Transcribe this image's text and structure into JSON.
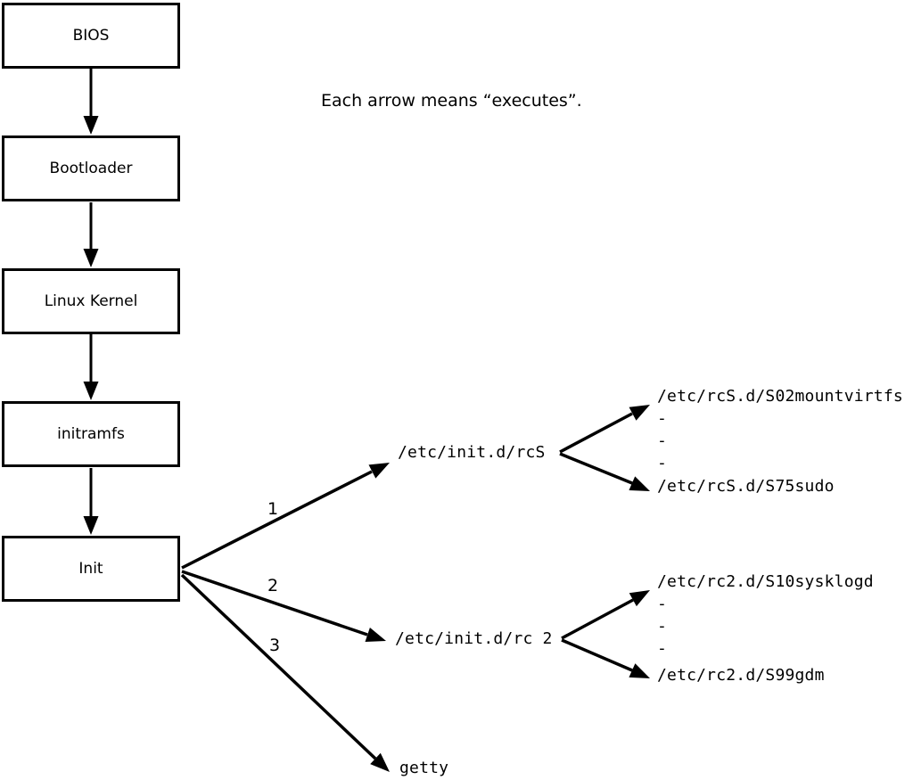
{
  "diagram": {
    "title_note": "Each arrow means “executes”.",
    "colors": {
      "line": "#000000",
      "background": "#ffffff",
      "text": "#000000"
    },
    "boxes": [
      {
        "label": "BIOS"
      },
      {
        "label": "Bootloader"
      },
      {
        "label": "Linux Kernel"
      },
      {
        "label": "initramfs"
      },
      {
        "label": "Init"
      }
    ],
    "branches": [
      {
        "num": "1",
        "label": "/etc/init.d/rcS"
      },
      {
        "num": "2",
        "label": "/etc/init.d/rc 2"
      },
      {
        "num": "3",
        "label": "getty"
      }
    ],
    "rcS_scripts": {
      "first": "/etc/rcS.d/S02mountvirtfs",
      "dots": [
        "-",
        "-",
        "-"
      ],
      "last": "/etc/rcS.d/S75sudo"
    },
    "rc2_scripts": {
      "first": "/etc/rc2.d/S10sysklogd",
      "dots": [
        "-",
        "-",
        "-"
      ],
      "last": "/etc/rc2.d/S99gdm"
    }
  }
}
